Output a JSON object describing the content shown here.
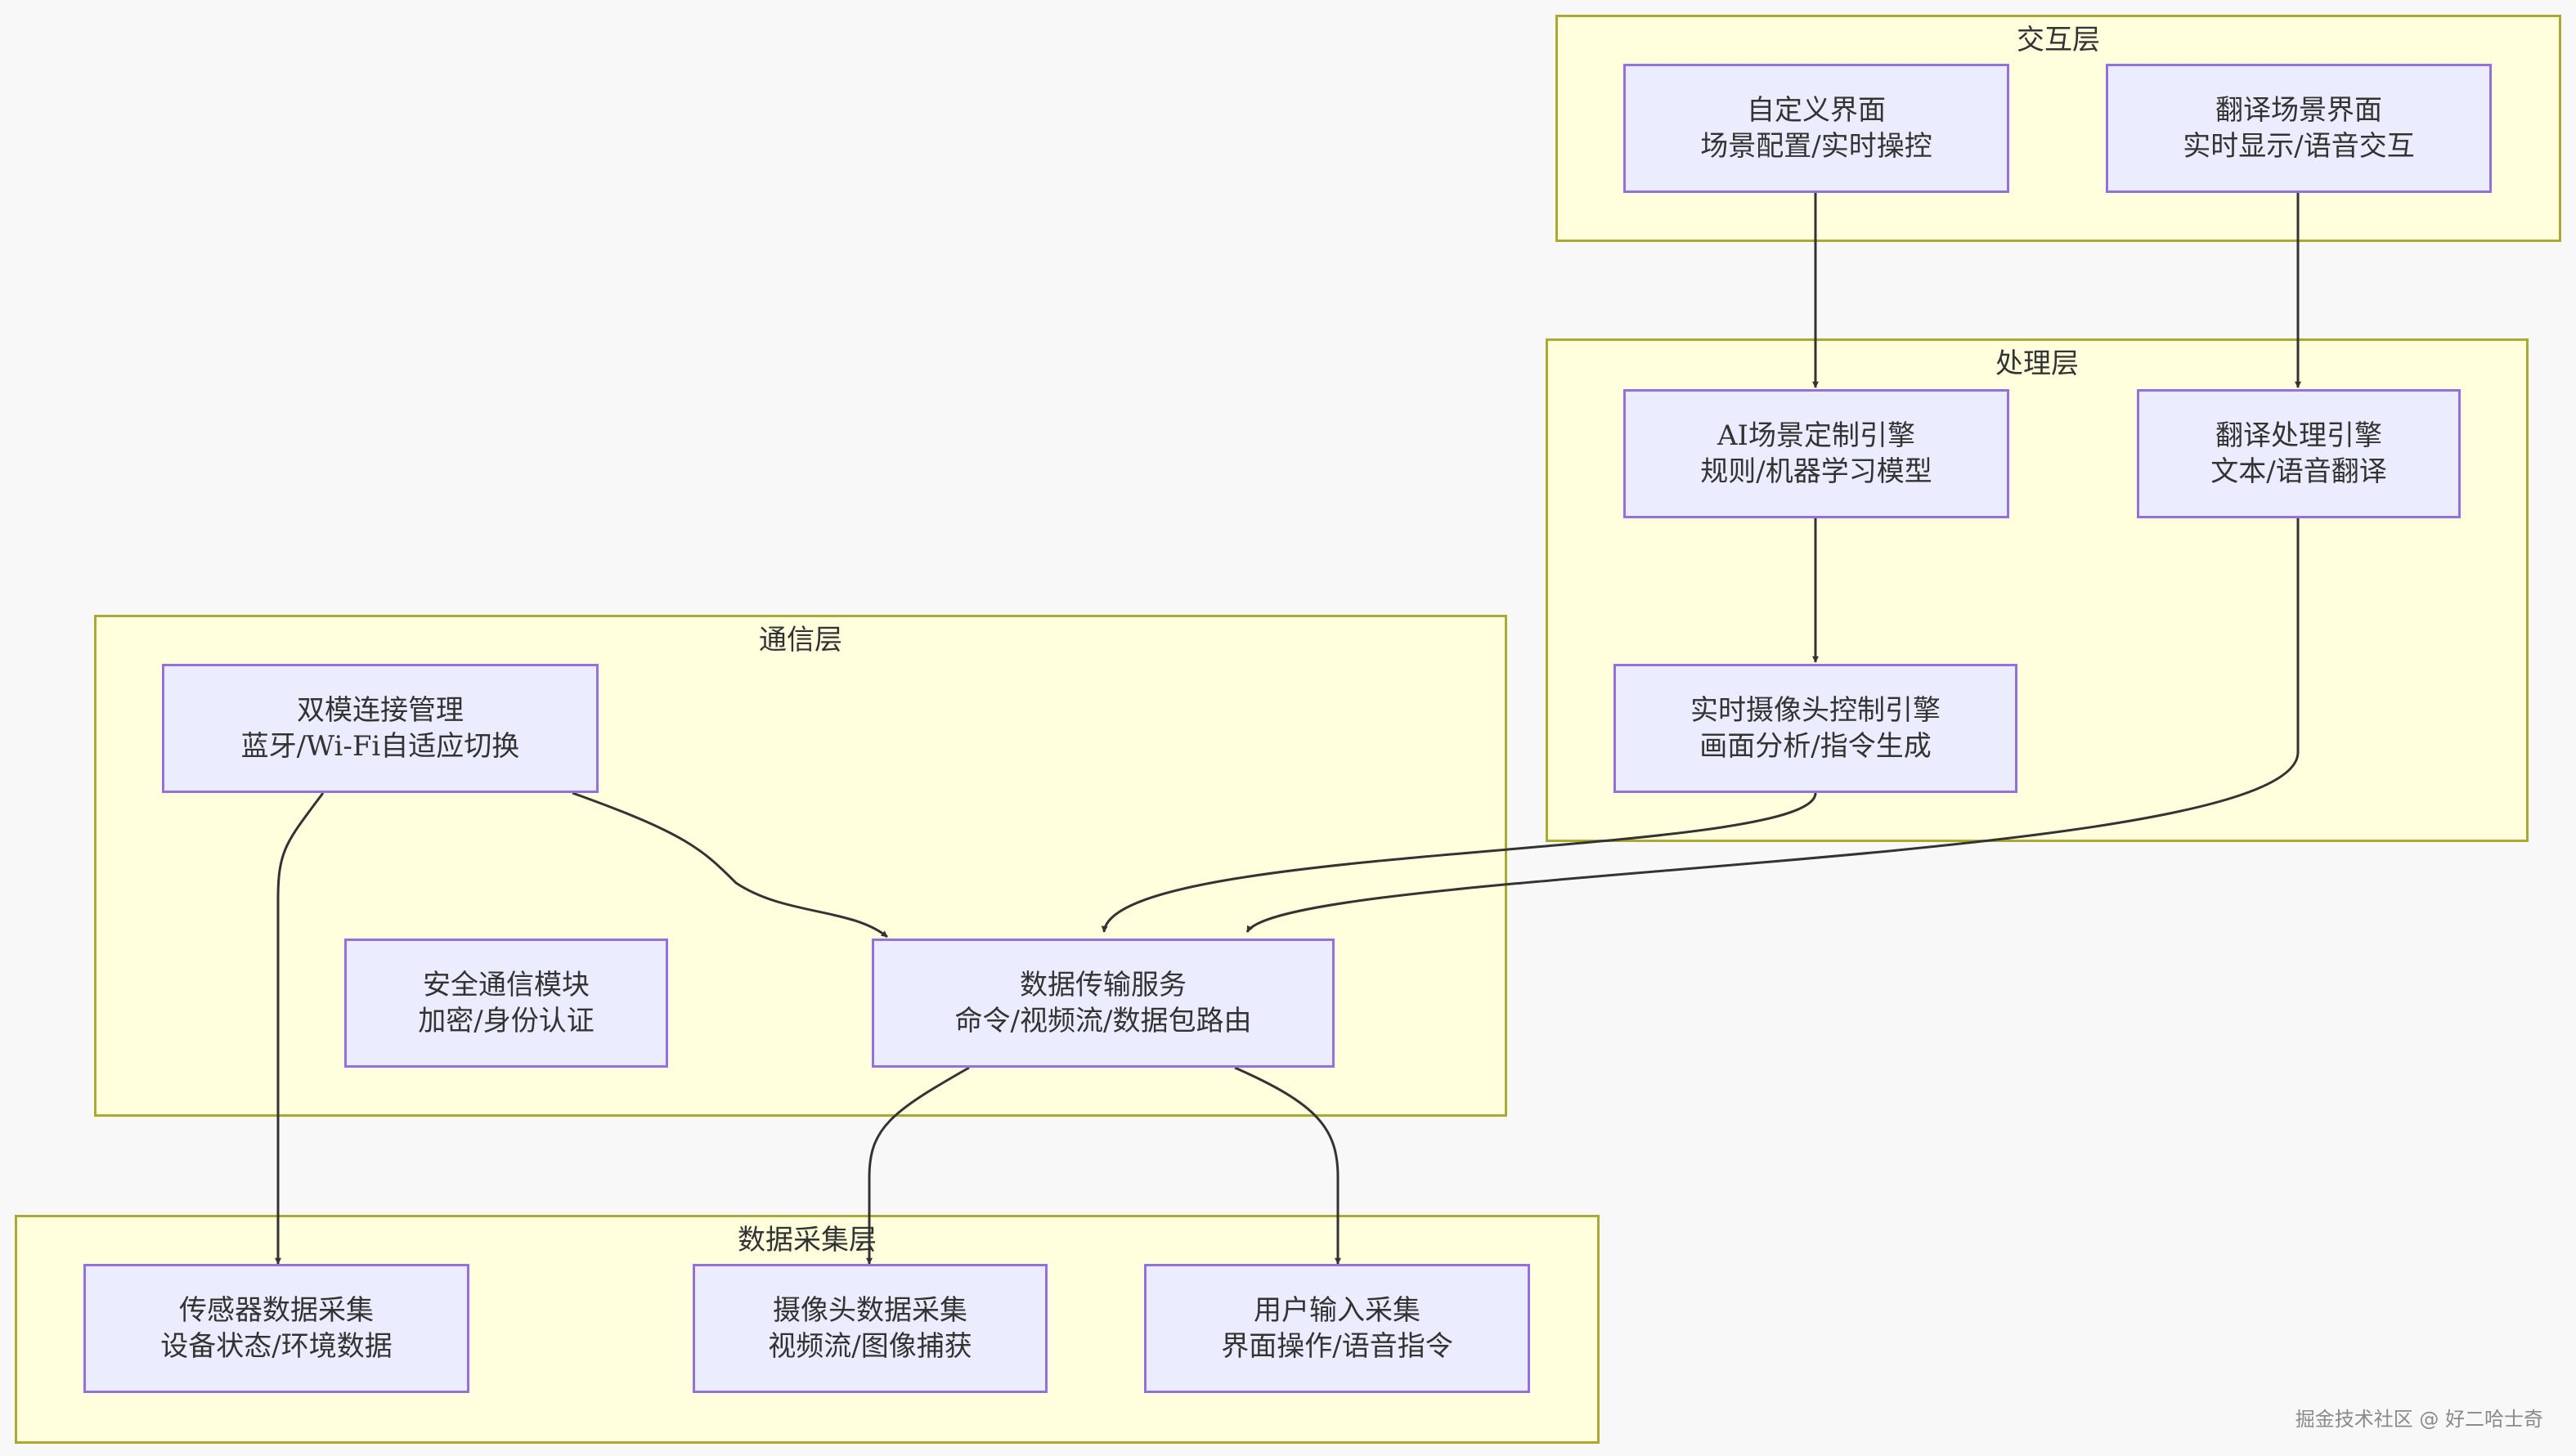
{
  "clusters": {
    "interaction": {
      "title": "交互层"
    },
    "processing": {
      "title": "处理层"
    },
    "communication": {
      "title": "通信层"
    },
    "collection": {
      "title": "数据采集层"
    }
  },
  "nodes": {
    "custom_ui": {
      "line1": "自定义界面",
      "line2": "场景配置/实时操控"
    },
    "translate_ui": {
      "line1": "翻译场景界面",
      "line2": "实时显示/语音交互"
    },
    "ai_engine": {
      "line1": "AI场景定制引擎",
      "line2": "规则/机器学习模型"
    },
    "translate_engine": {
      "line1": "翻译处理引擎",
      "line2": "文本/语音翻译"
    },
    "camera_engine": {
      "line1": "实时摄像头控制引擎",
      "line2": "画面分析/指令生成"
    },
    "dual_mode": {
      "line1": "双模连接管理",
      "line2": "蓝牙/Wi-Fi自适应切换"
    },
    "security": {
      "line1": "安全通信模块",
      "line2": "加密/身份认证"
    },
    "transport": {
      "line1": "数据传输服务",
      "line2": "命令/视频流/数据包路由"
    },
    "sensor": {
      "line1": "传感器数据采集",
      "line2": "设备状态/环境数据"
    },
    "camera_data": {
      "line1": "摄像头数据采集",
      "line2": "视频流/图像捕获"
    },
    "user_input": {
      "line1": "用户输入采集",
      "line2": "界面操作/语音指令"
    }
  },
  "edges": [
    {
      "from": "custom_ui",
      "to": "ai_engine"
    },
    {
      "from": "translate_ui",
      "to": "translate_engine"
    },
    {
      "from": "ai_engine",
      "to": "camera_engine"
    },
    {
      "from": "camera_engine",
      "to": "transport"
    },
    {
      "from": "translate_engine",
      "to": "transport"
    },
    {
      "from": "dual_mode",
      "to": "transport"
    },
    {
      "from": "dual_mode",
      "to": "sensor"
    },
    {
      "from": "transport",
      "to": "camera_data"
    },
    {
      "from": "transport",
      "to": "user_input"
    }
  ],
  "watermark": "掘金技术社区 @ 好二哈士奇"
}
